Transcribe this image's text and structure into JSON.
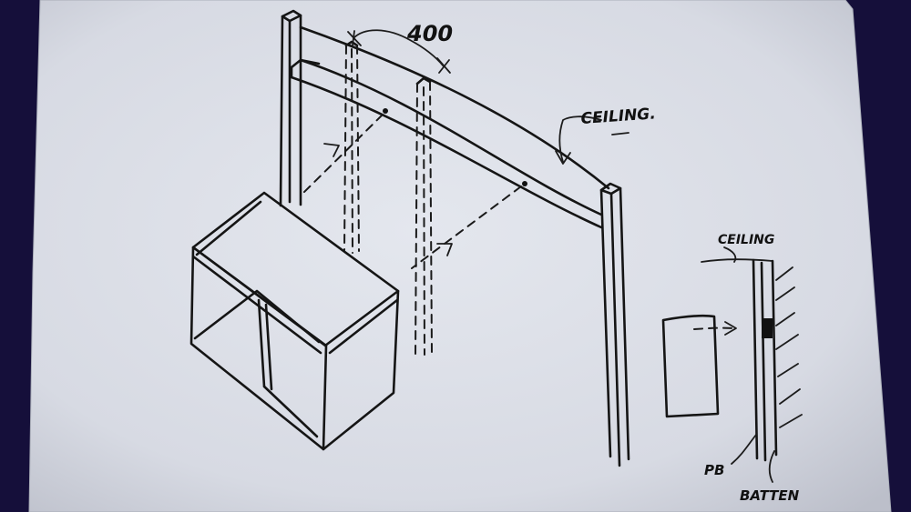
{
  "annotations": {
    "dimension": "400",
    "ceiling_main": "CEILING.",
    "ceiling_detail": "CEILING",
    "pb": "PB",
    "batten": "BATTEN"
  },
  "colors": {
    "paper": "#dcdfe7",
    "background": "#150f3a",
    "ink": "#151515"
  }
}
